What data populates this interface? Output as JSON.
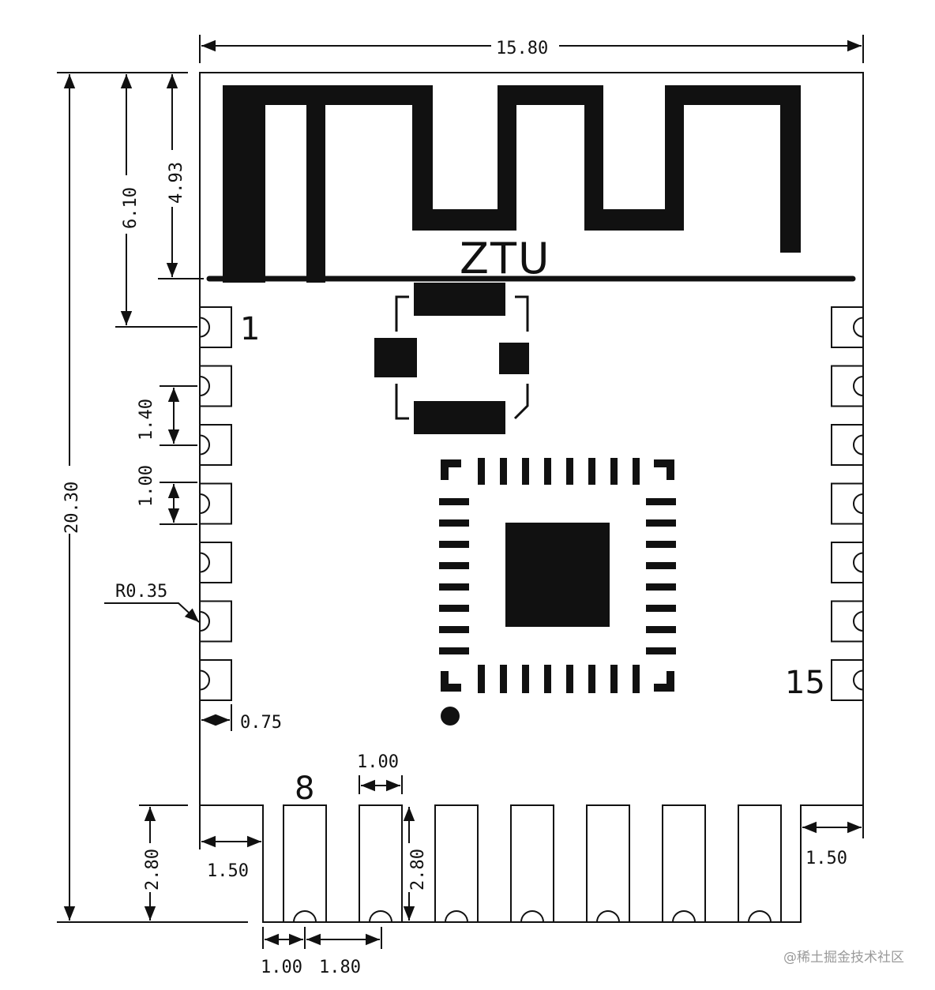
{
  "module": {
    "brand": "ZTU",
    "pin_first": "1",
    "pin_bottom_first": "8",
    "pin_last": "15"
  },
  "dimensions": {
    "width": "15.80",
    "height": "20.30",
    "antenna_offset": "6.10",
    "antenna_height": "4.93",
    "pitch_side": "1.40",
    "pad_width_side": "1.00",
    "radius": "R0.35",
    "pad_depth_side": "0.75",
    "pad_width_bottom": "1.00",
    "margin_left": "1.50",
    "margin_right": "1.50",
    "leg_height_left": "2.80",
    "leg_height_mid": "2.80",
    "bottom_pad_width": "1.00",
    "bottom_pitch": "1.80"
  },
  "watermark": "@稀土掘金技术社区"
}
